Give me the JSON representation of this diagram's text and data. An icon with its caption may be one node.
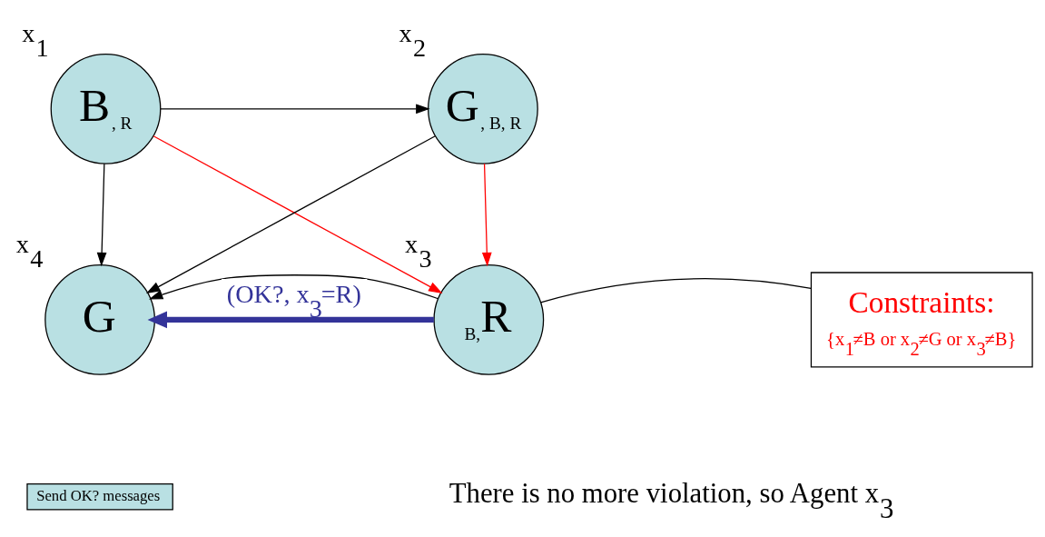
{
  "diagram": {
    "nodes": [
      {
        "text": [
          "B",
          ", R"
        ],
        "beside": [
          "x$_{1}$"
        ]
      },
      {
        "text": [
          "G",
          ", B, R"
        ],
        "beside": [
          "x$_{2}$"
        ]
      },
      {
        "text": [
          "G"
        ],
        "beside": [
          "x$_{4}$"
        ]
      },
      {
        "text": [
          "B,",
          "R"
        ],
        "beside": [
          "x$_{3}$"
        ]
      },
      {
        "text": [
          "Constraints:",
          "{x$_{1}$≠B or x$_{2}$≠G or x$_{3}$≠B}"
        ]
      },
      {
        "text": [
          "Send OK? messages"
        ]
      }
    ],
    "edges": [
      {
        "from": 0,
        "to": 1,
        "arrow": "to"
      },
      {
        "from": 0,
        "to": 2,
        "arrow": "to"
      },
      {
        "from": 1,
        "to": 2,
        "arrow": "to"
      },
      {
        "from": 0,
        "to": 3,
        "arrow": "to",
        "color": "#ff0000"
      },
      {
        "from": 1,
        "to": 3,
        "arrow": "to",
        "color": "#ff0000"
      },
      {
        "from": 3,
        "to": 2,
        "arrow": "to"
      },
      {
        "from": 3,
        "to": 2,
        "arrow": "to",
        "label": "(OK?, x$_{3}$=R)",
        "style": "thick",
        "color": "#333399"
      },
      {
        "from": 4,
        "to": 3,
        "arrow": "none"
      }
    ],
    "labels": [
      "There is no more violation, so Agent x$_{3}$"
    ]
  }
}
